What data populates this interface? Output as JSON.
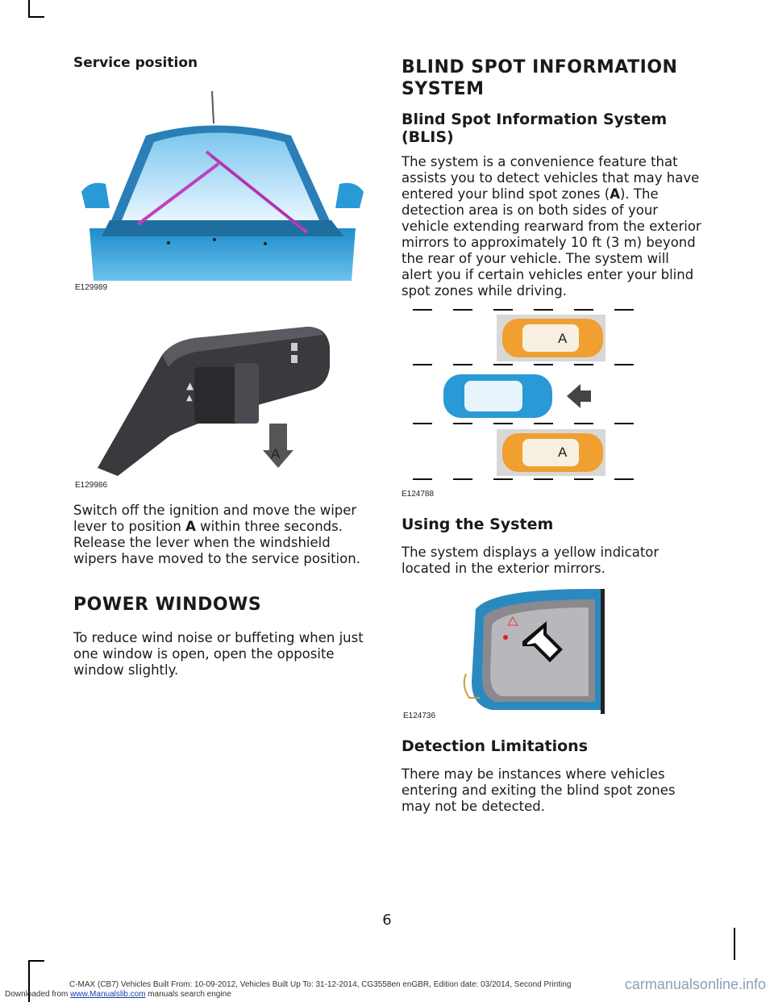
{
  "left_column": {
    "service_heading": "Service position",
    "fig1_id": "E129989",
    "fig2_id": "E129986",
    "fig2_label": "A",
    "para1_parts": [
      "Switch off the ignition and move the wiper lever to position ",
      "A",
      " within three seconds. Release the lever when the windshield wipers have moved to the service position."
    ],
    "power_windows_heading": "POWER WINDOWS",
    "power_windows_text": "To reduce wind noise or buffeting when just one window is open, open the opposite window slightly."
  },
  "right_column": {
    "blis_heading_line1": "BLIND SPOT INFORMATION",
    "blis_heading_line2": "SYSTEM",
    "blis_subheading": "Blind Spot Information System (BLIS)",
    "blis_text_parts": [
      "The system is a convenience feature that assists you to detect vehicles that may have entered your blind spot zones (",
      "A",
      "). The detection area is on both sides of your vehicle extending rearward from the exterior mirrors to approximately 10 ft (3 m) beyond the rear of your vehicle. The system will alert you if certain vehicles enter your blind spot zones while driving."
    ],
    "fig3_id": "E124788",
    "fig3_label_top": "A",
    "fig3_label_bottom": "A",
    "using_heading": "Using the System",
    "using_text": "The system displays a yellow indicator located in the exterior mirrors.",
    "fig4_id": "E124736",
    "detection_heading": "Detection Limitations",
    "detection_text": "There may be instances where vehicles entering and exiting the blind spot zones may not be detected."
  },
  "page_number": "6",
  "footer": {
    "download_prefix": "Downloaded from ",
    "download_link": "www.Manualslib.com",
    "download_suffix": " manuals search engine",
    "vehicle_info": "C-MAX (CB7) Vehicles Built From: 10-09-2012, Vehicles Built Up To: 31-12-2014, CG3558en enGBR, Edition date: 03/2014, Second Printing"
  },
  "watermark": "carmanualsonline.info",
  "colors": {
    "car_blue": "#2a9ad6",
    "wiper_magenta": "#c040c0",
    "orange_car": "#f0a030",
    "text": "#1a1a1a"
  }
}
